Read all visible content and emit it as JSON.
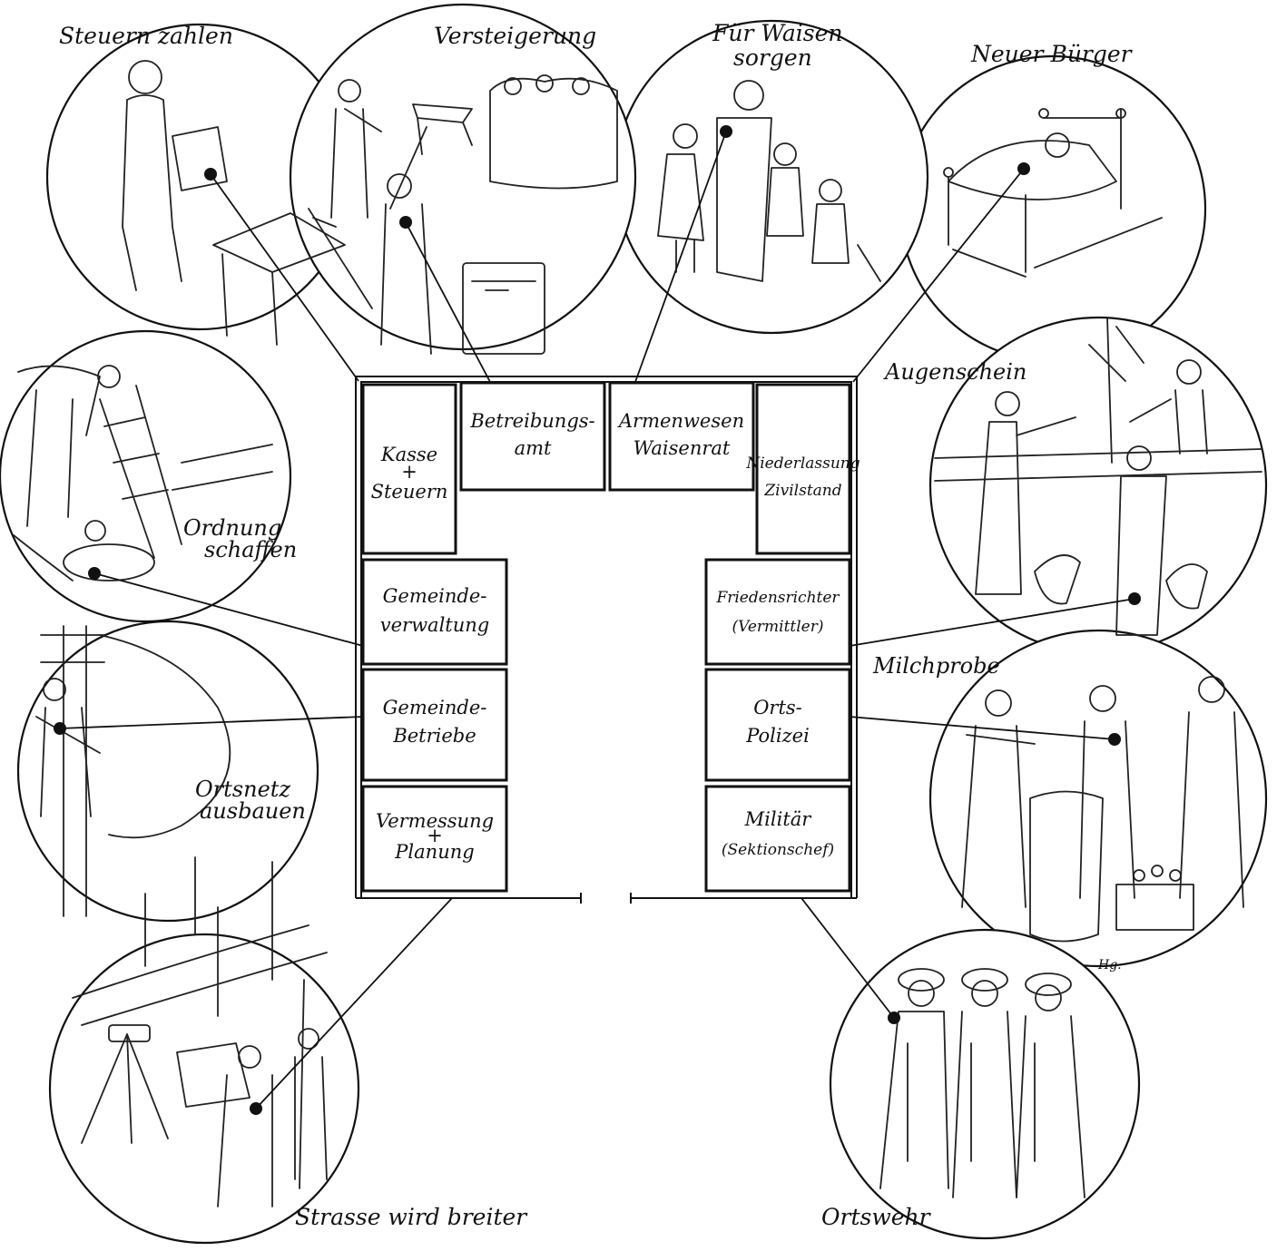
{
  "scenes": [
    {
      "id": "steuern",
      "label_lines": [
        "Steuern zahlen"
      ],
      "icon": "man-reading-tax-bill-icon"
    },
    {
      "id": "versteigerung",
      "label_lines": [
        "Versteigerung"
      ],
      "icon": "auction-crowd-icon"
    },
    {
      "id": "waisen",
      "label_lines": [
        "Für Waisen",
        "sorgen"
      ],
      "icon": "guardian-with-orphans-icon"
    },
    {
      "id": "buerger",
      "label_lines": [
        "Neuer Bürger"
      ],
      "icon": "baby-in-cradle-icon"
    },
    {
      "id": "augenschein",
      "label_lines": [
        "Augenschein"
      ],
      "icon": "site-inspection-icon"
    },
    {
      "id": "ordnung",
      "label_lines": [
        "Ordnung",
        "schaffen"
      ],
      "icon": "workers-at-manhole-icon"
    },
    {
      "id": "milchprobe",
      "label_lines": [
        "Milchprobe"
      ],
      "icon": "milk-inspection-icon"
    },
    {
      "id": "ortsnetz",
      "label_lines": [
        "Ortsnetz",
        "ausbauen"
      ],
      "icon": "lineman-on-pole-icon"
    },
    {
      "id": "strasse",
      "label_lines": [
        "Strasse wird breiter"
      ],
      "icon": "surveyors-with-theodolite-icon"
    },
    {
      "id": "ortswehr",
      "label_lines": [
        "Ortswehr"
      ],
      "icon": "militia-soldiers-icon"
    }
  ],
  "offices": [
    {
      "id": "kasse",
      "label_lines": [
        "Kasse",
        "+",
        "Steuern"
      ]
    },
    {
      "id": "betreibung",
      "label_lines": [
        "Betreibungs-",
        "amt"
      ]
    },
    {
      "id": "armenwesen",
      "label_lines": [
        "Armenwesen",
        "Waisenrat"
      ]
    },
    {
      "id": "niederlassung",
      "label_lines": [
        "Niederlassung",
        "Zivilstand"
      ]
    },
    {
      "id": "verwaltung",
      "label_lines": [
        "Gemeinde-",
        "verwaltung"
      ]
    },
    {
      "id": "friedensrichter",
      "label_lines": [
        "Friedensrichter",
        "(Vermittler)"
      ]
    },
    {
      "id": "betriebe",
      "label_lines": [
        "Gemeinde-",
        "Betriebe"
      ]
    },
    {
      "id": "polizei",
      "label_lines": [
        "Orts-",
        "Polizei"
      ]
    },
    {
      "id": "vermessung",
      "label_lines": [
        "Vermessung",
        "+",
        "Planung"
      ]
    },
    {
      "id": "militaer",
      "label_lines": [
        "Militär",
        "(Sektionschef)"
      ]
    }
  ],
  "signature": "Hg."
}
